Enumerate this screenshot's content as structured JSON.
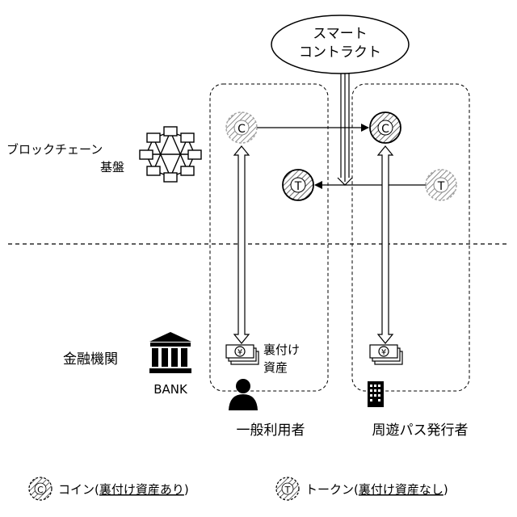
{
  "smart_contract": {
    "line1": "スマート",
    "line2": "コントラクト"
  },
  "blockchain_label": {
    "line1": "ブロックチェーン",
    "line2": "基盤"
  },
  "bank_label": "金融機関",
  "bank_text": "BANK",
  "coin_symbol": "C",
  "token_symbol": "T",
  "backing_asset": {
    "line1": "裏付け",
    "line2": "資産"
  },
  "money_symbol": "¥",
  "user_label": "一般利用者",
  "issuer_label": "周遊パス発行者",
  "legend": {
    "coin_text": "コイン(",
    "coin_underlined": "裏付け資産あり",
    "coin_close": ")",
    "token_text": "トークン(",
    "token_underlined": "裏付け資産なし",
    "token_close": ")"
  },
  "colors": {
    "stroke": "#000000",
    "hatch": "#555555",
    "background": "#ffffff"
  }
}
